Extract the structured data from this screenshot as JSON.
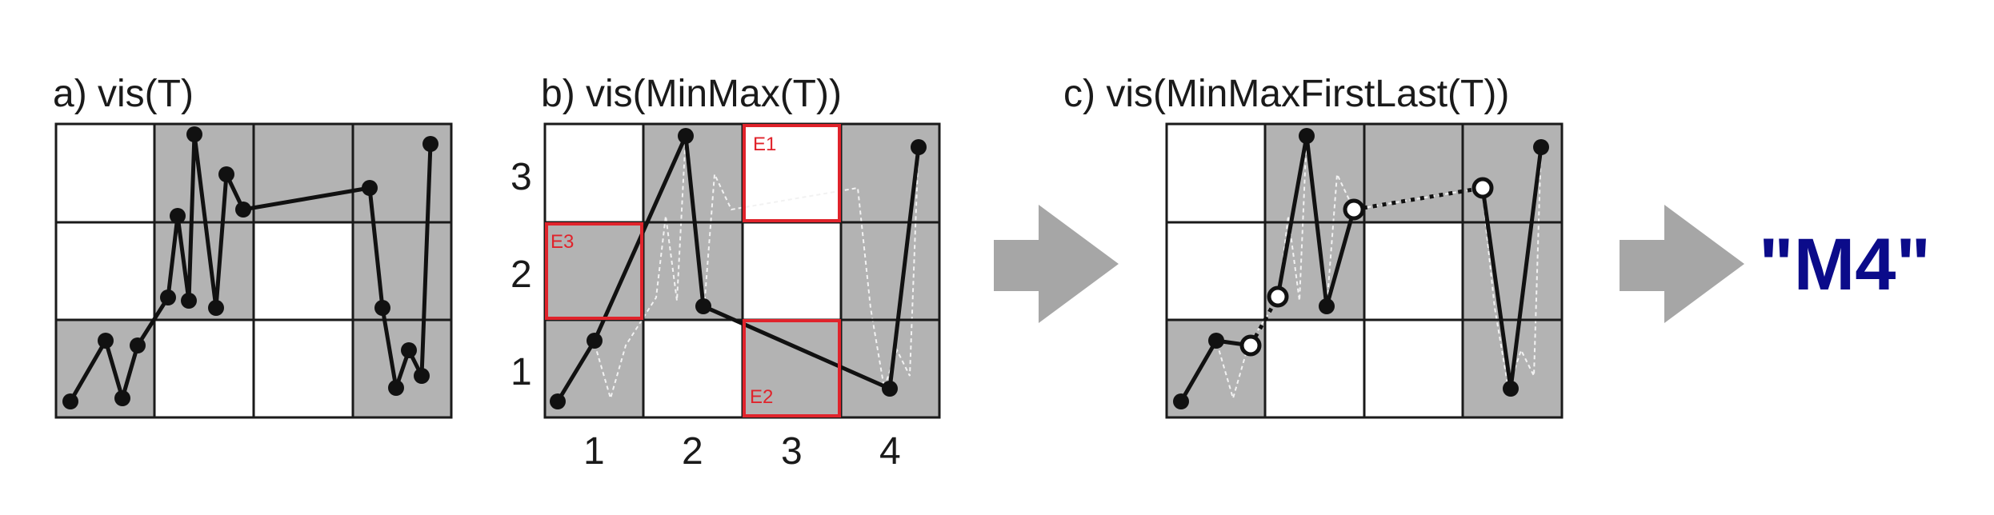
{
  "panels": {
    "a": {
      "title": "a) vis(T)"
    },
    "b": {
      "title": "b) vis(MinMax(T))",
      "x_ticks": [
        "1",
        "2",
        "3",
        "4"
      ],
      "y_ticks": [
        "3",
        "2",
        "1"
      ],
      "error_labels": [
        "E1",
        "E2",
        "E3"
      ]
    },
    "c": {
      "title": "c) vis(MinMaxFirstLast(T))"
    }
  },
  "result": "\"M4\"",
  "colors": {
    "shaded_pixel": "#b3b3b3",
    "grid_line": "#1a1a1a",
    "series": "#111111",
    "error_box": "#e0232b",
    "arrow": "#a6a6a6",
    "result_text": "#0b0b8a"
  }
}
